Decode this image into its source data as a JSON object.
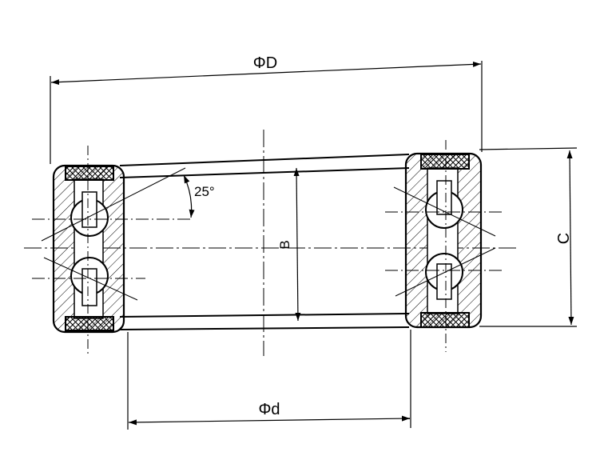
{
  "dimensions": {
    "outer_diameter": "ΦD",
    "bore_diameter": "Φd",
    "width": "C",
    "inner_width": "B",
    "contact_angle": "25°"
  },
  "colors": {
    "line": "#000000",
    "background": "#ffffff"
  }
}
